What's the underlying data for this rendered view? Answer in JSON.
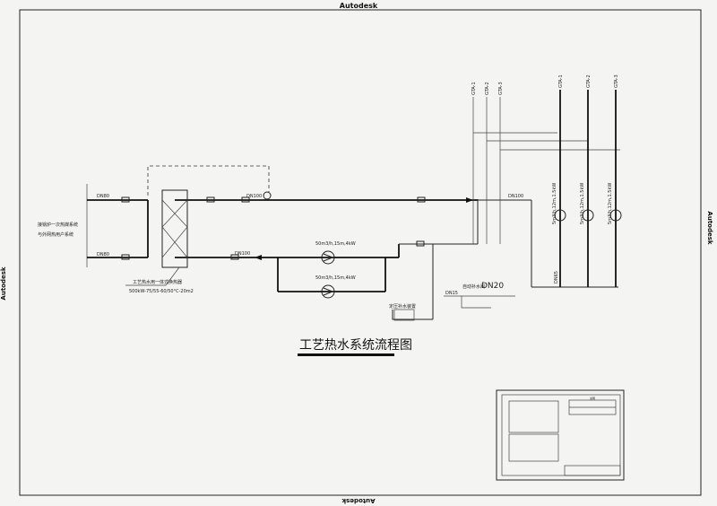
{
  "watermark": {
    "top": "Autodesk",
    "bottom": "Autodesk",
    "left": "Autodesk",
    "right": "Autodesk"
  },
  "drawing": {
    "title": "工艺热水系统流程图",
    "left_labels": [
      "接锅炉一次热媒系统",
      "与外网热用户系统"
    ],
    "pipe_labels": {
      "supply_in": "DN80",
      "return_in": "DN80",
      "supply_out": "DN100",
      "return_out": "DN100",
      "header": "DN100",
      "makeup": "DN20",
      "makeup_small": "DN15",
      "branch": "DN65"
    },
    "heat_exchanger": {
      "name": "工艺热水用一体式换热器",
      "spec": "500kW-75/55-60/50°C-20m2"
    },
    "pumps": [
      {
        "spec": "50m3/h,15m,4kW"
      },
      {
        "spec": "50m3/h,15m,4kW"
      }
    ],
    "branch_pumps": [
      {
        "spec": "5m3/h,12m,1.5kW"
      },
      {
        "spec": "5m3/h,12m,1.5kW"
      },
      {
        "spec": "5m3/h,12m,1.5kW"
      }
    ],
    "makeup_label": "自动补水阀",
    "tank_label": "定压补水装置",
    "risers_left": [
      "GTA-1",
      "GTA-2",
      "GTA-3"
    ],
    "risers_right": [
      "GTA-1",
      "GTA-2",
      "GTA-3"
    ]
  },
  "thumbnail": {
    "table_title": "说明"
  }
}
